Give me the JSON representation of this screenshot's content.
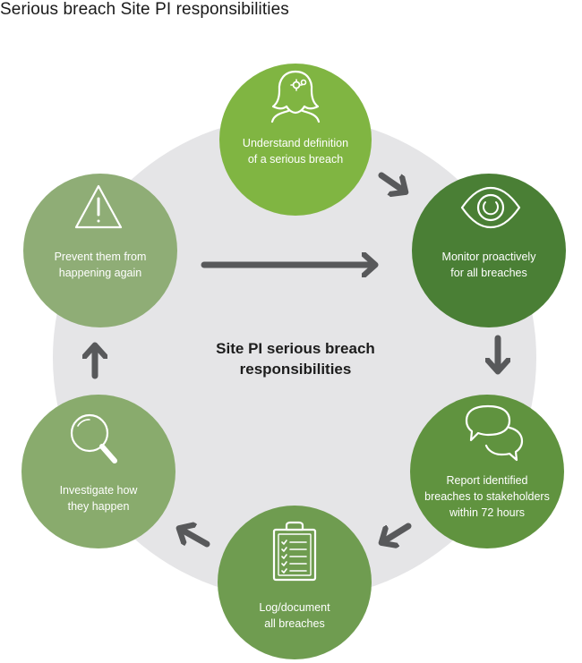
{
  "title": "Serious breach Site PI responsibilities",
  "center": {
    "line1": "Site PI serious breach",
    "line2": "responsibilities"
  },
  "colors": {
    "background_circle": "#e5e5e7",
    "arrow": "#58595b",
    "step1": "#80b542",
    "step2": "#4a7f35",
    "step3": "#60933f",
    "step4": "#6f9c50",
    "step5": "#89ab6d",
    "step6": "#8fad76"
  },
  "steps": [
    {
      "icon": "person-gears-icon",
      "line1": "Understand definition",
      "line2": "of a serious breach"
    },
    {
      "icon": "eye-icon",
      "line1": "Monitor proactively",
      "line2": "for all breaches"
    },
    {
      "icon": "speech-bubbles-icon",
      "line1": "Report identified",
      "line2": "breaches to stakeholders",
      "line3": "within 72 hours"
    },
    {
      "icon": "clipboard-checklist-icon",
      "line1": "Log/document",
      "line2": "all breaches"
    },
    {
      "icon": "magnifier-icon",
      "line1": "Investigate how",
      "line2": "they happen"
    },
    {
      "icon": "warning-triangle-icon",
      "line1": "Prevent them from",
      "line2": "happening again"
    }
  ]
}
